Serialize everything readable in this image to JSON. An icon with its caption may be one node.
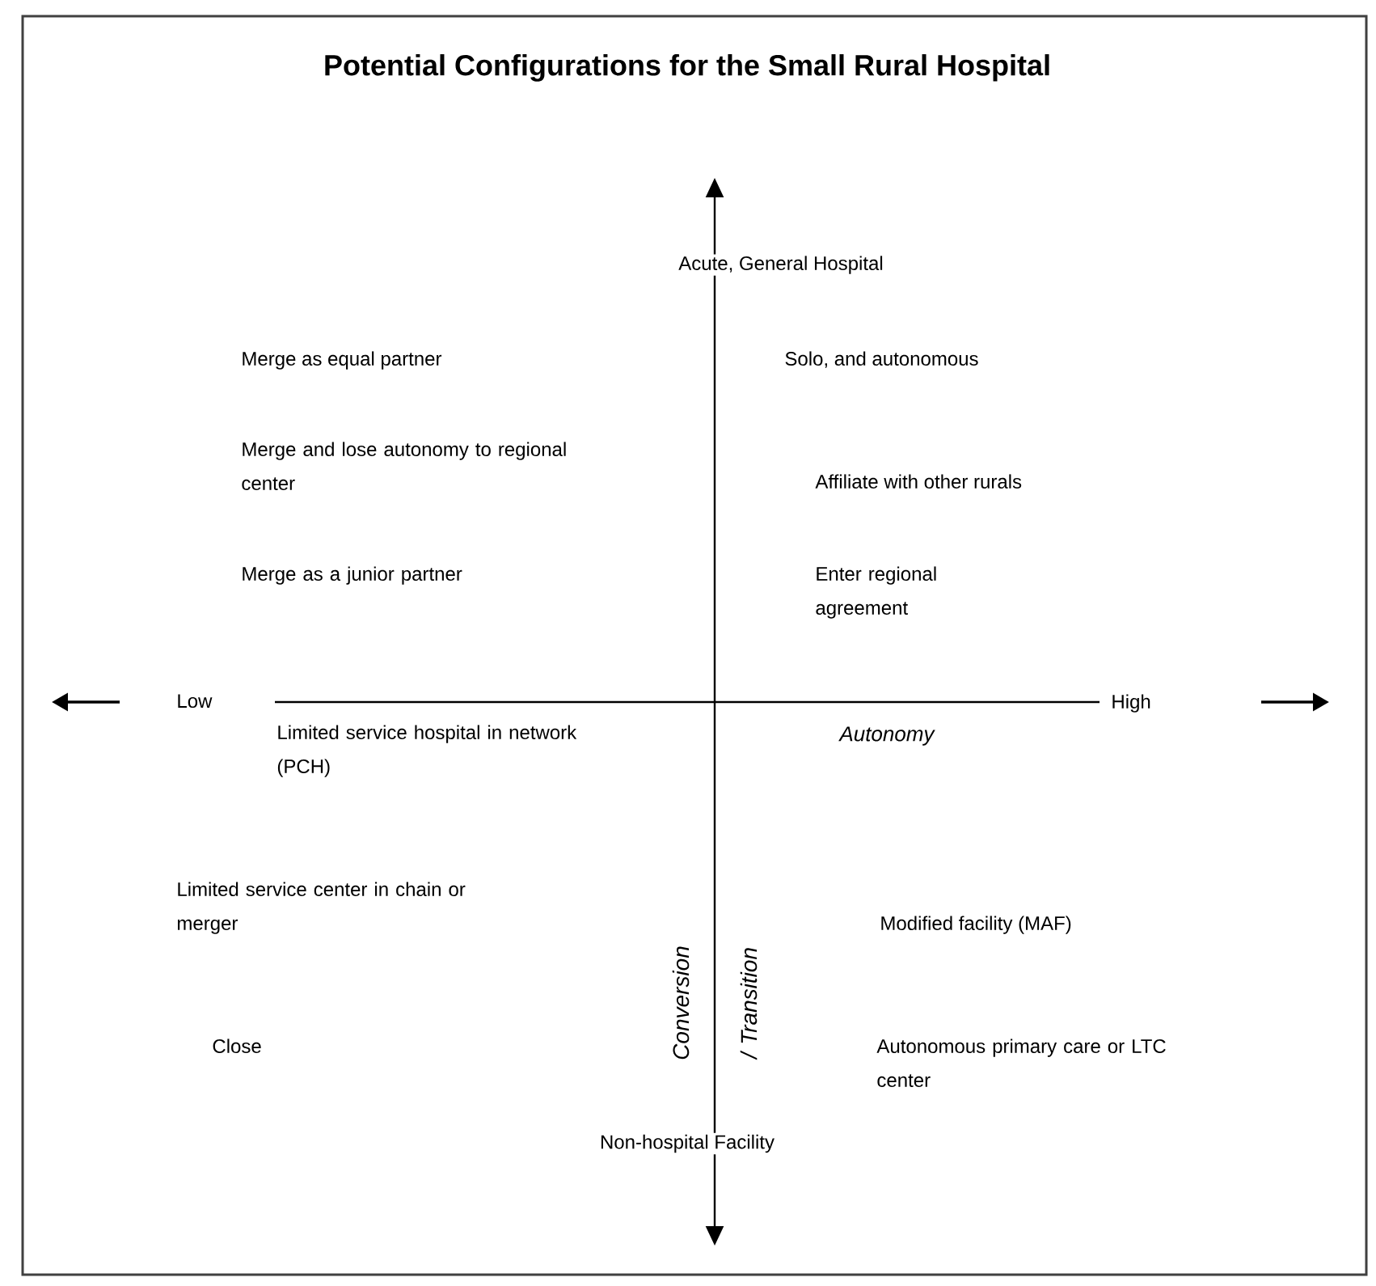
{
  "diagram": {
    "title": "Potential Configurations for the Small Rural Hospital",
    "labels": [
      "Acute, General Hospital",
      "Merge as equal partner",
      "Solo, and autonomous",
      "Merge and lose autonomy to regional center",
      "Affiliate with other rurals",
      "Merge as a junior partner",
      "Enter regional agreement",
      "Low",
      "High",
      "Limited service hospital in network (PCH)",
      "Autonomy",
      "Limited service center in chain or merger",
      "Conversion / Transition",
      "Modified facility (MAF)",
      "Close",
      "Autonomous primary care or LTC center",
      "Non-hospital Facility"
    ]
  }
}
